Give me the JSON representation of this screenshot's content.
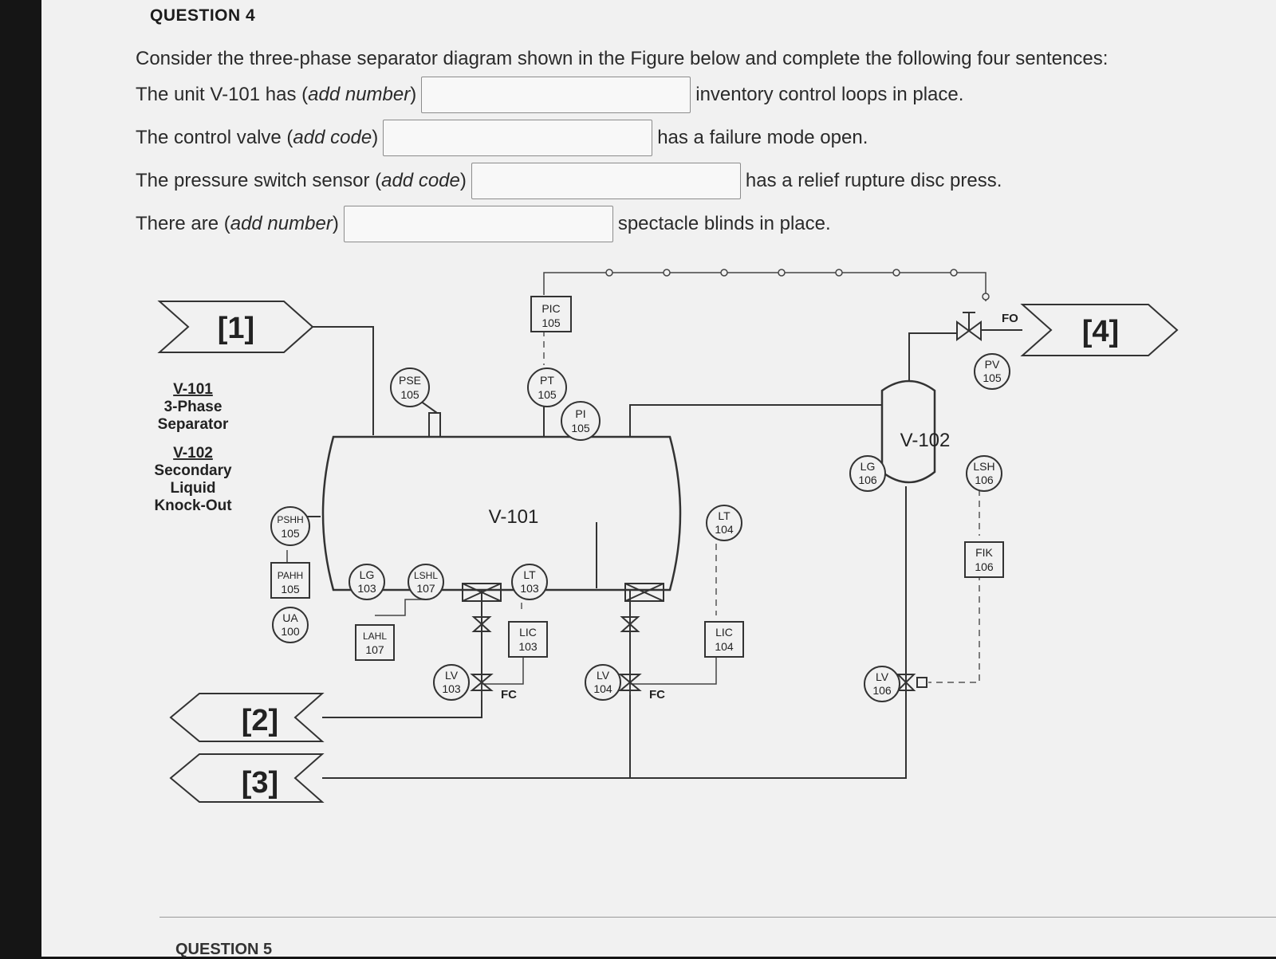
{
  "question_title": "QUESTION 4",
  "prompt": "Consider the three-phase separator diagram shown in the Figure below and complete the following four sentences:",
  "sentences": [
    {
      "pre": "The unit V-101 has (",
      "hint": "add number",
      "close": ")",
      "post": "inventory control loops in place."
    },
    {
      "pre": "The control valve (",
      "hint": "add code",
      "close": ")",
      "post": "has a failure mode open."
    },
    {
      "pre": "The pressure switch sensor (",
      "hint": "add code",
      "close": ")",
      "post": "has a relief rupture disc press."
    },
    {
      "pre": "There are (",
      "hint": "add number",
      "close": ")",
      "post": "spectacle blinds in place."
    }
  ],
  "diagram": {
    "streams": [
      "[1]",
      "[2]",
      "[3]",
      "[4]"
    ],
    "legend": {
      "v101_tag": "V-101",
      "v101_desc_1": "3-Phase",
      "v101_desc_2": "Separator",
      "v102_tag": "V-102",
      "v102_desc_1": "Secondary",
      "v102_desc_2": "Liquid",
      "v102_desc_3": "Knock-Out"
    },
    "vessel_v101": "V-101",
    "vessel_v102": "V-102",
    "instruments": {
      "pic": [
        "PIC",
        "105"
      ],
      "pt": [
        "PT",
        "105"
      ],
      "pi": [
        "PI",
        "105"
      ],
      "pse": [
        "PSE",
        "105"
      ],
      "pshh": [
        "PSHH",
        "105"
      ],
      "pahh": [
        "PAHH",
        "105"
      ],
      "ua": [
        "UA",
        "100"
      ],
      "lg103": [
        "LG",
        "103"
      ],
      "lshl": [
        "LSHL",
        "107"
      ],
      "lahl": [
        "LAHL",
        "107"
      ],
      "lt103": [
        "LT",
        "103"
      ],
      "lic103": [
        "LIC",
        "103"
      ],
      "lv103": [
        "LV",
        "103"
      ],
      "lv104": [
        "LV",
        "104"
      ],
      "lt104": [
        "LT",
        "104"
      ],
      "lic104": [
        "LIC",
        "104"
      ],
      "lg106": [
        "LG",
        "106"
      ],
      "lsh106": [
        "LSH",
        "106"
      ],
      "fik106": [
        "FIK",
        "106"
      ],
      "lv106": [
        "LV",
        "106"
      ],
      "pv105": [
        "PV",
        "105"
      ]
    },
    "fc": "FC",
    "fo": "FO"
  },
  "next_question": "QUESTION 5"
}
